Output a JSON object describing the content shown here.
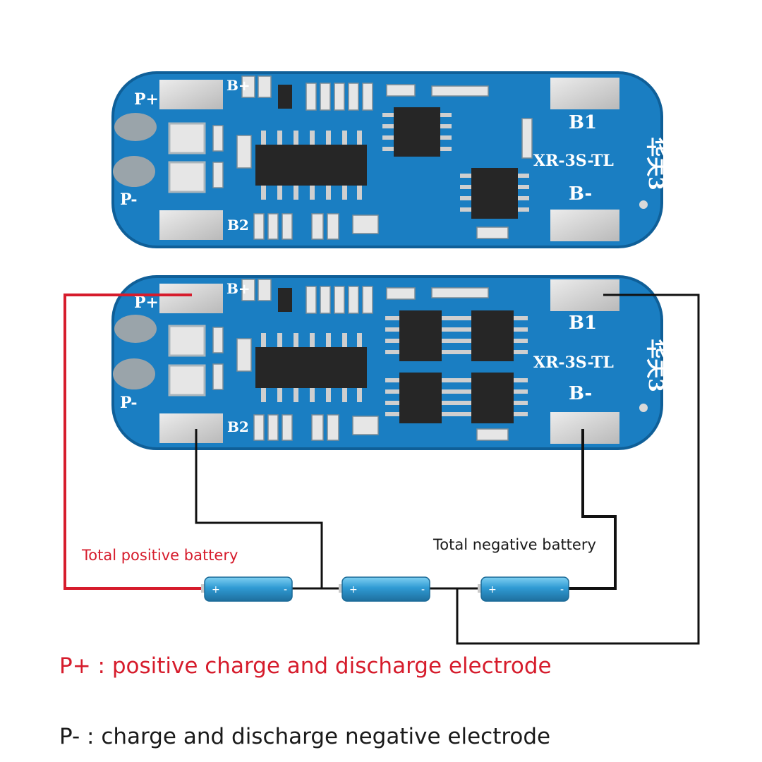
{
  "colors": {
    "pcb": "#1a7ec2",
    "pcb_edge": "#0f5f98",
    "pad": "#d8d8d8",
    "positive_wire": "#d61c2c",
    "negative_wire": "#111111",
    "cell": "#3aa6d8"
  },
  "boards": [
    {
      "variant": "single-mosfet-pair",
      "labels": {
        "p_plus": "P+",
        "p_minus": "P-",
        "b_plus": "B+",
        "b1": "B1",
        "b2": "B2",
        "b_minus": "B-",
        "model": "XR-3S-TL",
        "brand": "华夫3"
      }
    },
    {
      "variant": "dual-mosfet-pair",
      "labels": {
        "p_plus": "P+",
        "p_minus": "P-",
        "b_plus": "B+",
        "b1": "B1",
        "b2": "B2",
        "b_minus": "B-",
        "model": "XR-3S-TL",
        "brand": "华夫3"
      }
    }
  ],
  "wiring": {
    "positive_label": "Total positive battery",
    "negative_label": "Total negative battery"
  },
  "cells": [
    {
      "plus": "+",
      "minus": "-"
    },
    {
      "plus": "+",
      "minus": "-"
    },
    {
      "plus": "+",
      "minus": "-"
    }
  ],
  "captions": {
    "p_plus": "P+ : positive charge and discharge electrode",
    "p_minus": "P- : charge and discharge negative electrode"
  }
}
